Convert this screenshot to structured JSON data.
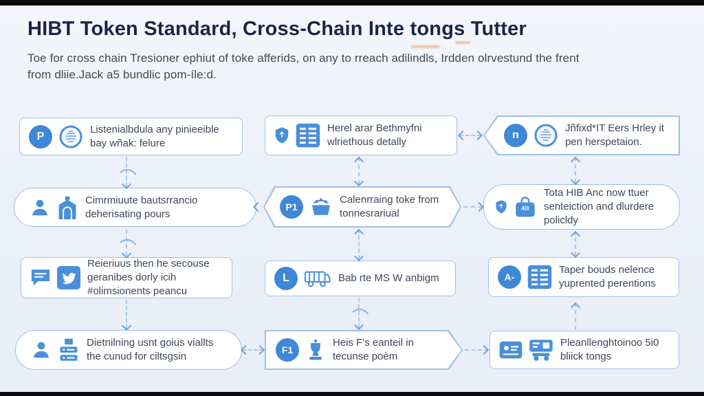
{
  "header": {
    "title": "HIBT Token Standard, Cross-Chain Inte tongs Tutter",
    "subtitle_line1": "Toe for cross chain Tresioner ephiut of toke afferids, on any to rreach adilindls, Irdden olrvestund the frent",
    "subtitle_line2": "from dliie.Jack a5 bundlic pom-íle:d."
  },
  "colors": {
    "background": "#edf1f9",
    "frame_bar": "#0b0b0b",
    "accent_blue": "#3f87d7",
    "box_border": "#9fc0e6",
    "title_text": "#1c2547",
    "body_text": "#3d4657",
    "connector": "#8ab2e0",
    "highlight_orange": "#e89a5f"
  },
  "boxes": [
    {
      "row": 1,
      "col": 1,
      "shape": "rounded",
      "icons": [
        {
          "name": "p-badge",
          "label": "P"
        },
        {
          "name": "globe-sketch-icon",
          "label": ""
        }
      ],
      "text": "Listenialbdula any pinieeible bay wñak: felure"
    },
    {
      "row": 1,
      "col": 2,
      "shape": "rounded",
      "icons": [
        {
          "name": "shield-icon",
          "label": ""
        },
        {
          "name": "list-square-icon",
          "label": ""
        }
      ],
      "text": "Herel arar Bethmyfni wlriethous detally"
    },
    {
      "row": 1,
      "col": 3,
      "shape": "pointed-left",
      "icons": [
        {
          "name": "n-badge",
          "label": "n"
        },
        {
          "name": "coin-sketch-icon",
          "label": ""
        }
      ],
      "text": "Jñfixd*IT Eers Hrley it pen herspetaion."
    },
    {
      "row": 2,
      "col": 1,
      "shape": "pill",
      "icons": [
        {
          "name": "person-icon",
          "label": ""
        },
        {
          "name": "bank-icon",
          "label": ""
        }
      ],
      "text": "Cimrmiuute bautsrrancio deherisating pours"
    },
    {
      "row": 2,
      "col": 2,
      "shape": "hexagon",
      "icons": [
        {
          "name": "p1-badge",
          "label": "P1"
        },
        {
          "name": "basket-icon",
          "label": ""
        }
      ],
      "text": "Calenrraing toke from tonnesrariual"
    },
    {
      "row": 2,
      "col": 3,
      "shape": "pill",
      "icons": [
        {
          "name": "shield-icon",
          "label": ""
        },
        {
          "name": "bag-icon",
          "label": "4II"
        }
      ],
      "text": "Tota HIB Anc now ttuer senteiction and dlurdere policldy"
    },
    {
      "row": 3,
      "col": 1,
      "shape": "rounded",
      "icons": [
        {
          "name": "chat-bubble-icon",
          "label": ""
        },
        {
          "name": "bird-square-icon",
          "label": ""
        }
      ],
      "text": "Reieriuus then he secouse geranibes dorly icih #olimsionents peancu"
    },
    {
      "row": 3,
      "col": 2,
      "shape": "rounded",
      "icons": [
        {
          "name": "l-badge",
          "label": "L"
        },
        {
          "name": "van-icon",
          "label": ""
        }
      ],
      "text": "Bab rte MS W anbigm"
    },
    {
      "row": 3,
      "col": 3,
      "shape": "rounded",
      "icons": [
        {
          "name": "a-badge",
          "label": "A-"
        },
        {
          "name": "list-square-icon",
          "label": ""
        }
      ],
      "text": "Taper bouds nelence yuprented perentions"
    },
    {
      "row": 4,
      "col": 1,
      "shape": "pill",
      "icons": [
        {
          "name": "person-icon",
          "label": ""
        },
        {
          "name": "server-icon",
          "label": ""
        }
      ],
      "text": "Dietnilning usnt goius viallts the cunud for ciltsgsin"
    },
    {
      "row": 4,
      "col": 2,
      "shape": "pointed-right",
      "icons": [
        {
          "name": "f1-badge",
          "label": "F1"
        },
        {
          "name": "trophy-icon",
          "label": ""
        }
      ],
      "text": "Heis F's eanteil in tecunse poèm"
    },
    {
      "row": 4,
      "col": 3,
      "shape": "rounded",
      "icons": [
        {
          "name": "id-card-icon",
          "label": ""
        },
        {
          "name": "machine-icon",
          "label": ""
        }
      ],
      "text": "Pleanllenghtoinoo 5i0 bliick tongs"
    }
  ]
}
